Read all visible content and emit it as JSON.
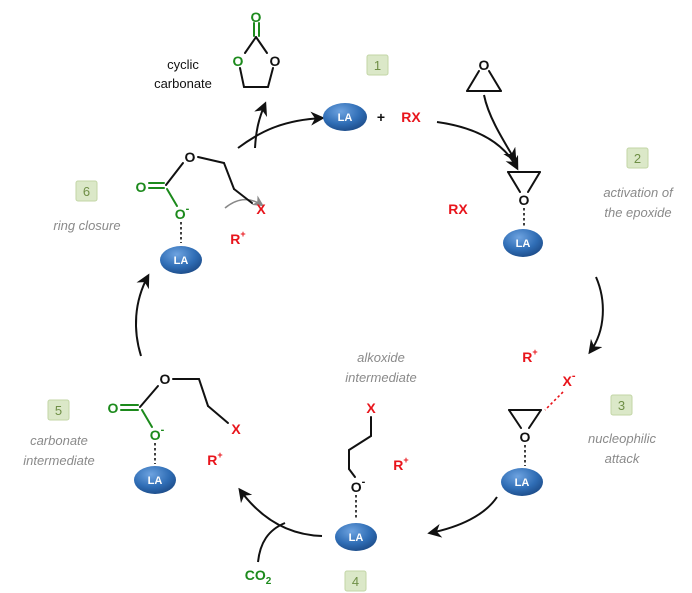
{
  "la_label": "LA",
  "steps": {
    "s1": {
      "number": "1"
    },
    "s2": {
      "number": "2",
      "caption_line1": "activation of",
      "caption_line2": "the epoxide"
    },
    "s3": {
      "number": "3",
      "caption_line1": "nucleophilic",
      "caption_line2": "attack"
    },
    "s4": {
      "number": "4"
    },
    "s5": {
      "number": "5",
      "caption_line1": "carbonate",
      "caption_line2": "intermediate"
    },
    "s6": {
      "number": "6",
      "caption": "ring closure"
    }
  },
  "labels": {
    "cyclic_line1": "cyclic",
    "cyclic_line2": "carbonate",
    "alkoxide_line1": "alkoxide",
    "alkoxide_line2": "intermediate",
    "plus": "+",
    "rx": "RX",
    "r": "R",
    "plus_sup": "+",
    "minus_sup": "-",
    "x": "X",
    "o": "O",
    "co2_main": "CO",
    "co2_sub": "2"
  },
  "colors": {
    "la_fill": "#2f6db5",
    "red": "#e8141b",
    "green": "#1c8a1c",
    "caption_gray": "#8a8a8a",
    "badge_green": "#dbe8c8"
  }
}
